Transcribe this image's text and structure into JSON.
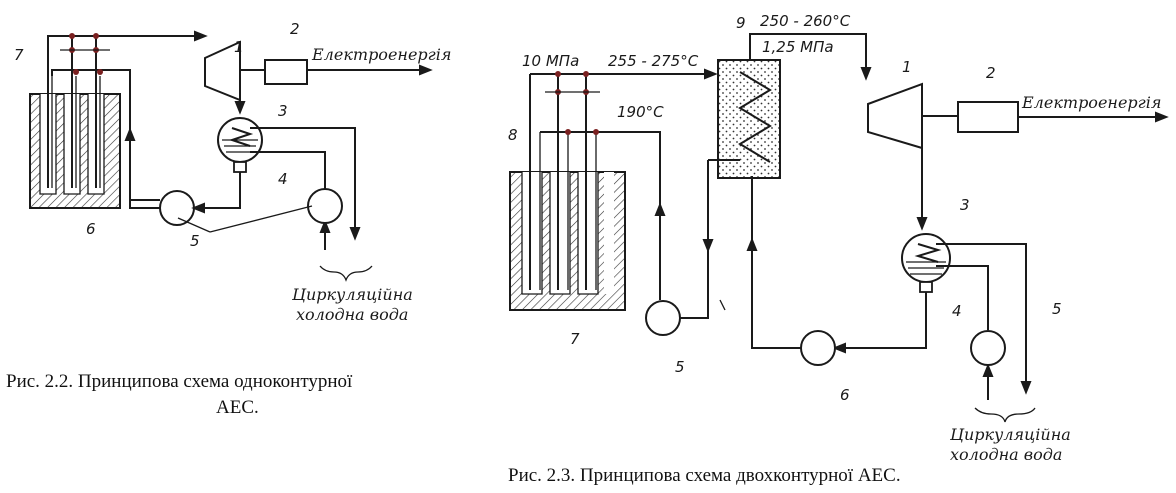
{
  "fig22": {
    "caption_line1": "Рис. 2.2. Принципова схема одноконтурної",
    "caption_line2": "АЕС.",
    "electricity": "Електроенергія",
    "water_line1": "Циркуляційна",
    "water_line2": "холодна вода",
    "num1": "1",
    "num2": "2",
    "num3": "3",
    "num4": "4",
    "num5": "5",
    "num6": "6",
    "num7": "7"
  },
  "fig23": {
    "caption": "Рис. 2.3. Принципова схема двохконтурної АЕС.",
    "electricity": "Електроенергія",
    "water_line1": "Циркуляційна",
    "water_line2": "холодна вода",
    "p_primary": "10 МПа",
    "t_primary": "255 - 275°С",
    "t_return": "190°С",
    "t_steam": "250 - 260°С",
    "p_steam": "1,25 МПа",
    "num1": "1",
    "num2": "2",
    "num3": "3",
    "num4": "4",
    "num5a": "5",
    "num5b": "5",
    "num6": "6",
    "num7": "7",
    "num8": "8",
    "num9": "9"
  }
}
